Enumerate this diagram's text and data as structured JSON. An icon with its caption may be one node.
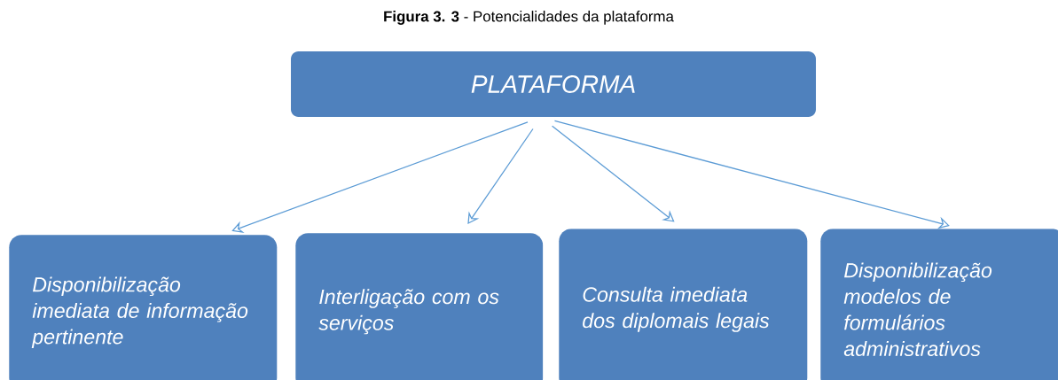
{
  "diagram": {
    "title": "**Figura 3. 3** - Potencialidades da plataforma",
    "nodes": [
      {
        "text": [
          "PLATAFORMA"
        ]
      },
      {
        "text": [
          "Disponibilização imediata de informação pertinente"
        ]
      },
      {
        "text": [
          "Interligação com os serviços"
        ]
      },
      {
        "text": [
          "Consulta imediata dos diplomais legais"
        ]
      },
      {
        "text": [
          "Disponibilização modelos de formulários administrativos"
        ]
      }
    ],
    "edges": [
      {
        "from": 0,
        "to": 1,
        "arrow": "to"
      },
      {
        "from": 0,
        "to": 2,
        "arrow": "to"
      },
      {
        "from": 0,
        "to": 3,
        "arrow": "to"
      },
      {
        "from": 0,
        "to": 4,
        "arrow": "to"
      }
    ]
  }
}
